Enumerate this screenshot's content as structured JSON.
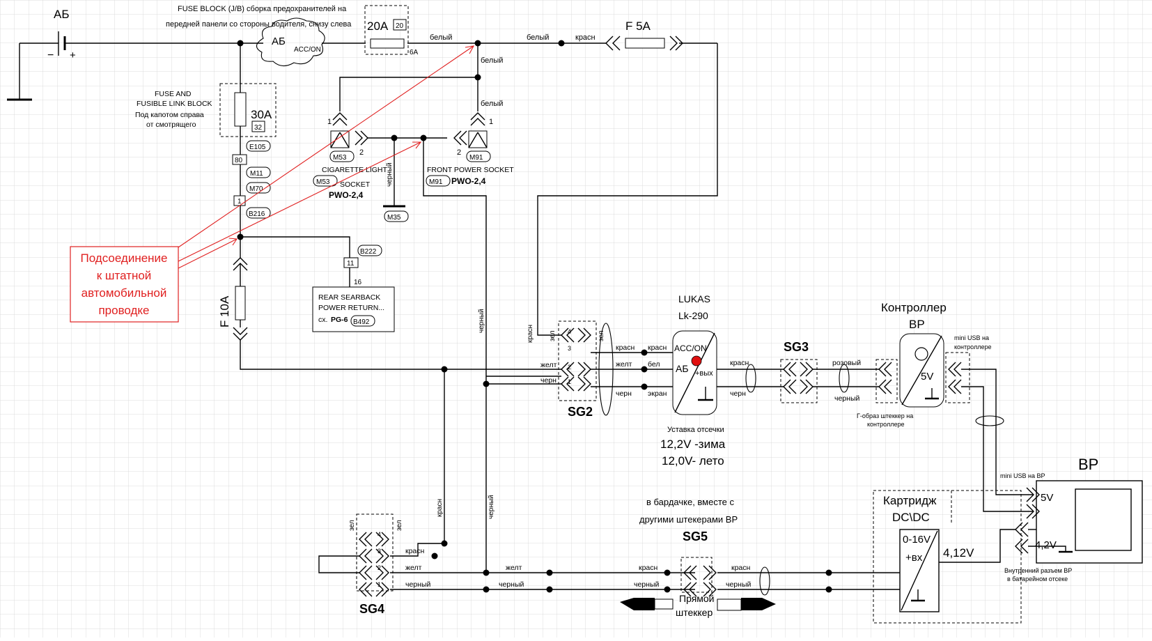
{
  "labels": {
    "battery": "АБ",
    "fuse_block_line1": "FUSE BLOCK (J/B) сборка предохранителей на",
    "fuse_block_line2": "передней панели со стороны водителя, снизу слева",
    "cloud_ab": "АБ",
    "cloud_acc": "ACC/ON",
    "fuse20": "20A",
    "fuse20_num": "20",
    "fuse20_sub": "6A",
    "fuse5": "F 5A",
    "fuse30": "30A",
    "fuse30_num": "32",
    "fuse10": "F 10A",
    "fusible_line1": "FUSE AND",
    "fusible_line2": "FUSIBLE LINK BLOCK",
    "fusible_line3": "Под капотом справа",
    "fusible_line4": "от смотрящего",
    "e105": "E105",
    "n80": "80",
    "m11": "M11",
    "m70": "M70",
    "n1": "1",
    "b216": "B216",
    "b222": "B222",
    "n11": "11",
    "n16": "16",
    "rear_line1": "REAR SEARBACK",
    "rear_line2": "POWER RETURN...",
    "rear_line3": "сх.",
    "rear_pg": "PG-6",
    "b492": "B492",
    "m53": "M53",
    "m91": "M91",
    "m35": "M35",
    "cig_line1": "CIGARETTE LIGHT",
    "cig_line2": "SOCKET",
    "pwo": "PWO-2,4",
    "front_socket": "FRONT POWER SOCKET",
    "pin1": "1",
    "pin2": "2",
    "belyi": "белый",
    "krasn": "красн",
    "chernyi": "черный",
    "zel": "зел",
    "zhelt": "желт",
    "chern": "черн",
    "bel": "бел",
    "ekran": "экран",
    "rozovyi": "розовый",
    "red_note": [
      "Подсоединение",
      "к штатной",
      "автомобильной",
      "проводке"
    ],
    "sg2": "SG2",
    "sg3": "SG3",
    "sg4": "SG4",
    "sg5": "SG5",
    "lukas": "LUKAS",
    "lk290": "Lk-290",
    "lukas_acc": "ACC/ON",
    "lukas_ab": "АБ",
    "lukas_out": "+вых",
    "cutoff_title": "Уставка отсечки",
    "cutoff_winter": "12,2V -зима",
    "cutoff_summer": "12,0V- лето",
    "controller": "Контроллер",
    "controller_vr": "ВР",
    "v5": "5V",
    "mini_usb_ctrl_1": "mini USB на",
    "mini_usb_ctrl_2": "контроллере",
    "gplug_1": "Г-образ штеккер на",
    "gplug_2": "контроллере",
    "vr": "ВР",
    "mini_usb_vr": "mini USB на ВР",
    "vr_5v": "5V",
    "vr_42": "4,2V",
    "internal_1": "Внутренний разъем ВР",
    "internal_2": "в батарейном отсеке",
    "cartridge": "Картридж",
    "dcdc": "DC\\DC",
    "in_range": "0-16V",
    "in_plus": "+вх",
    "out_412": "4,12V",
    "glovebox_1": "в бардачке, вместе с",
    "glovebox_2": "другими штекерами ВР",
    "straight_1": "Прямой",
    "straight_2": "штеккер"
  },
  "colors": {
    "wire": "#000000",
    "note": "#e02020",
    "indicator": "#e01010",
    "grid": "#d4d4d4"
  }
}
